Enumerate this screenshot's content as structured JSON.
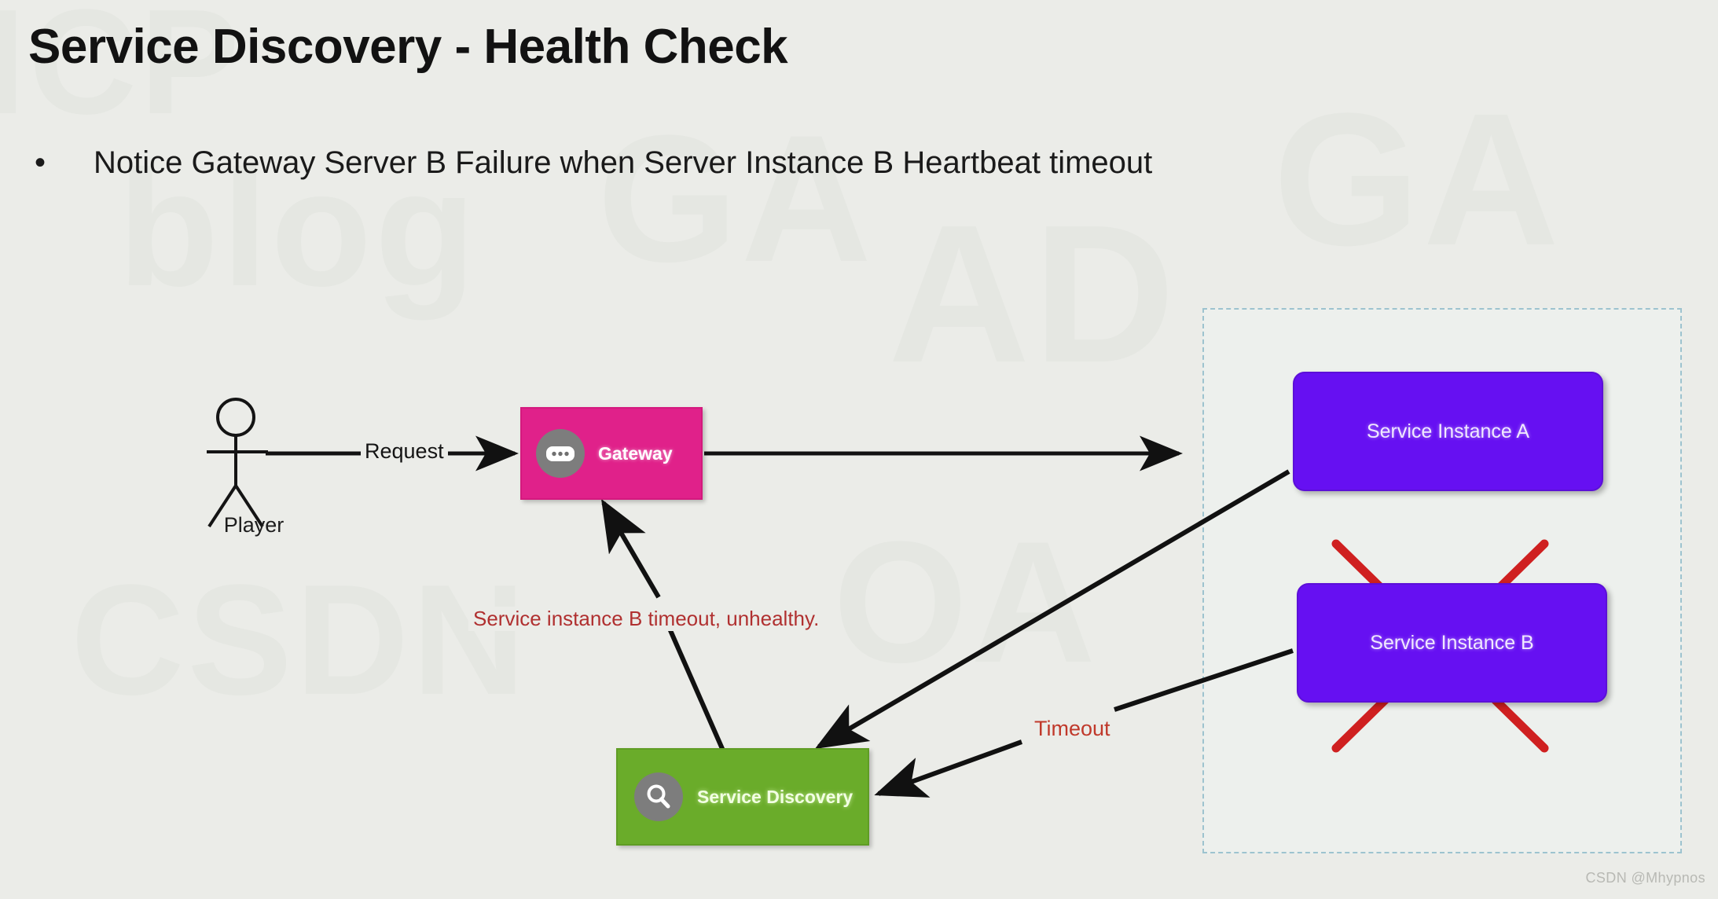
{
  "slide": {
    "title": "Service Discovery - Health Check",
    "bullet_marker": "•",
    "bullet_text": "Notice Gateway Server B Failure when Server Instance B Heartbeat timeout",
    "background_color": "#ebece8",
    "credit": "CSDN @Mhypnos",
    "watermarks": [
      "ICP",
      "blog",
      "GA",
      "AD",
      "OA",
      "CSDN"
    ]
  },
  "diagram": {
    "actor": {
      "name": "player-actor",
      "label": "Player",
      "icon": "stick-figure-icon"
    },
    "nodes": [
      {
        "id": "gateway",
        "label": "Gateway",
        "icon": "message-dots-icon",
        "fill": "#e0218a",
        "text_color": "#ffffff",
        "shape": "rectangle"
      },
      {
        "id": "service-discovery",
        "label": "Service Discovery",
        "icon": "magnifier-icon",
        "fill": "#6aac2a",
        "text_color": "#f2ffe3",
        "shape": "rectangle"
      },
      {
        "id": "instance-a",
        "label": "Service Instance A",
        "fill": "#6610f2",
        "text_color": "#f0e8ff",
        "shape": "rounded-rectangle",
        "status": "healthy"
      },
      {
        "id": "instance-b",
        "label": "Service Instance B",
        "fill": "#6610f2",
        "text_color": "#f0e8ff",
        "shape": "rounded-rectangle",
        "status": "failed",
        "overlay": "red-cross-icon",
        "overlay_color": "#cf2020"
      }
    ],
    "cluster": {
      "name": "service-instances-boundary",
      "border_style": "dashed",
      "border_color": "#9dc3cf"
    },
    "edges": [
      {
        "id": "player-to-gateway",
        "from": "player",
        "to": "gateway",
        "label": "Request",
        "label_color": "#141414",
        "color": "#111111"
      },
      {
        "id": "gateway-to-instance-a",
        "from": "gateway",
        "to": "instance-a",
        "label": "",
        "color": "#111111"
      },
      {
        "id": "instance-a-to-discovery",
        "from": "instance-a",
        "to": "service-discovery",
        "label": "",
        "color": "#111111"
      },
      {
        "id": "instance-b-to-discovery",
        "from": "instance-b",
        "to": "service-discovery",
        "label": "Timeout",
        "label_color": "#c0392b",
        "color": "#111111"
      },
      {
        "id": "discovery-to-gateway",
        "from": "service-discovery",
        "to": "gateway",
        "label": "Service instance B timeout, unhealthy.",
        "label_color": "#b03030",
        "color": "#111111"
      }
    ]
  }
}
